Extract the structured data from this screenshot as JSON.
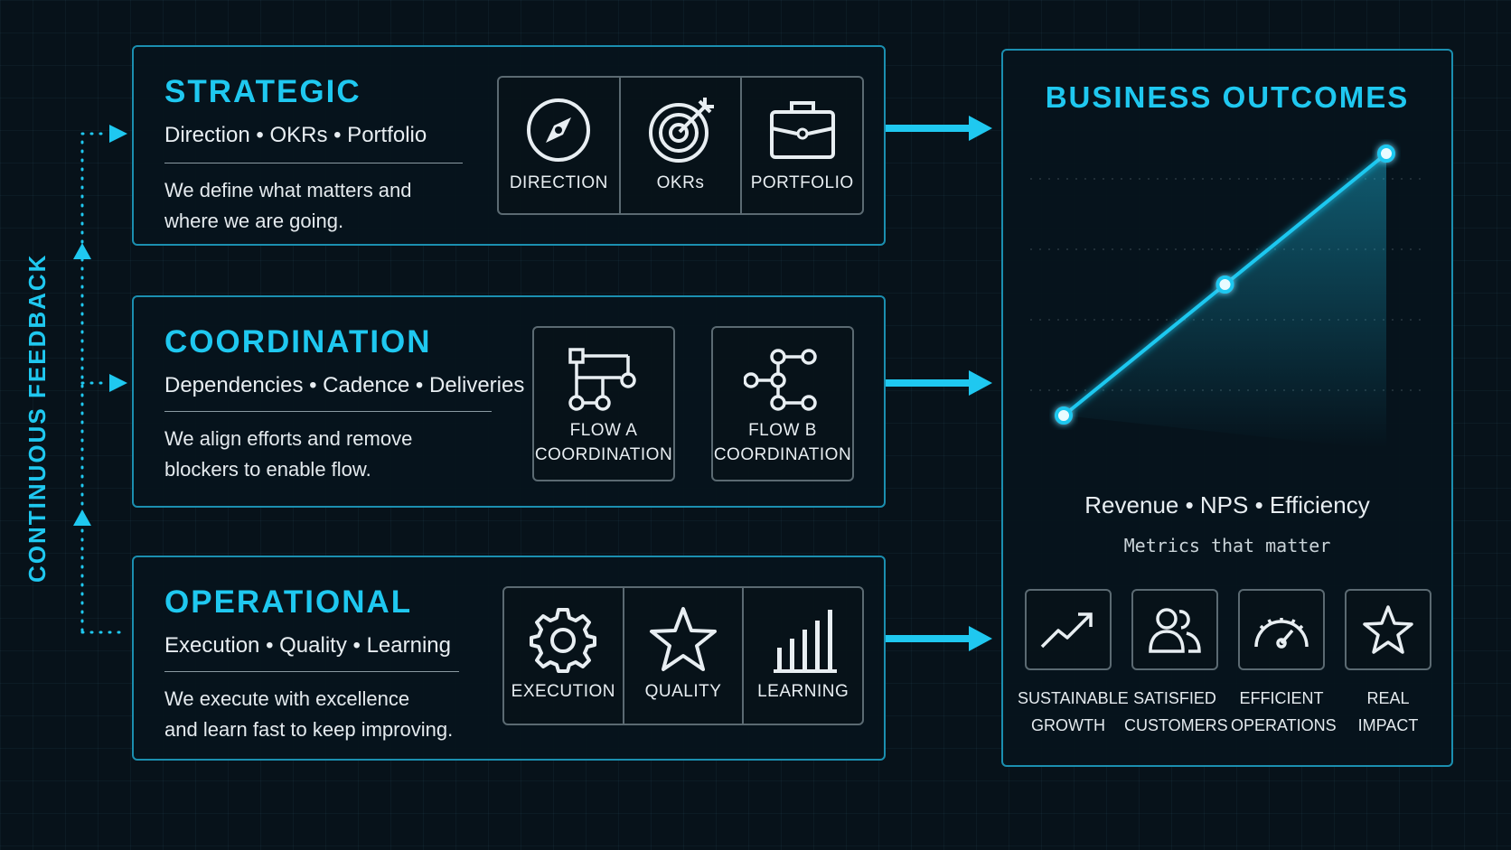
{
  "feedback": {
    "label": "CONTINUOUS FEEDBACK"
  },
  "layers": [
    {
      "title": "STRATEGIC",
      "subtitle": "Direction • OKRs • Portfolio",
      "description": [
        "We define what matters and",
        "where we are going."
      ],
      "items": [
        {
          "label": "DIRECTION",
          "icon": "compass-icon"
        },
        {
          "label": "OKRs",
          "icon": "target-icon"
        },
        {
          "label": "PORTFOLIO",
          "icon": "briefcase-icon"
        }
      ]
    },
    {
      "title": "COORDINATION",
      "subtitle": "Dependencies • Cadence • Deliveries",
      "description": [
        "We align efforts and remove",
        "blockers to enable flow."
      ],
      "items": [
        {
          "label_line1": "FLOW A",
          "label_line2": "COORDINATION",
          "icon": "flow-network-icon"
        },
        {
          "label_line1": "FLOW B",
          "label_line2": "COORDINATION",
          "icon": "flow-tree-icon"
        }
      ]
    },
    {
      "title": "OPERATIONAL",
      "subtitle": "Execution • Quality • Learning",
      "description": [
        "We execute with excellence",
        "and learn fast to keep improving."
      ],
      "items": [
        {
          "label": "EXECUTION",
          "icon": "gear-icon"
        },
        {
          "label": "QUALITY",
          "icon": "star-icon"
        },
        {
          "label": "LEARNING",
          "icon": "bar-chart-icon"
        }
      ]
    }
  ],
  "outcomes": {
    "title": "BUSINESS OUTCOMES",
    "metrics": "Revenue • NPS • Efficiency",
    "metrics_sub": "Metrics that matter",
    "trend_points": [
      1,
      2,
      3
    ],
    "items": [
      {
        "line1": "SUSTAINABLE",
        "line2": "GROWTH",
        "icon": "trend-up-icon"
      },
      {
        "line1": "SATISFIED",
        "line2": "CUSTOMERS",
        "icon": "users-icon"
      },
      {
        "line1": "EFFICIENT",
        "line2": "OPERATIONS",
        "icon": "gauge-icon"
      },
      {
        "line1": "REAL",
        "line2": "IMPACT",
        "icon": "star-icon"
      }
    ]
  },
  "colors": {
    "accent": "#1fc8f0",
    "panel_border": "#1b8fb0",
    "icon_border": "#5b6a72",
    "background": "#07121a"
  }
}
